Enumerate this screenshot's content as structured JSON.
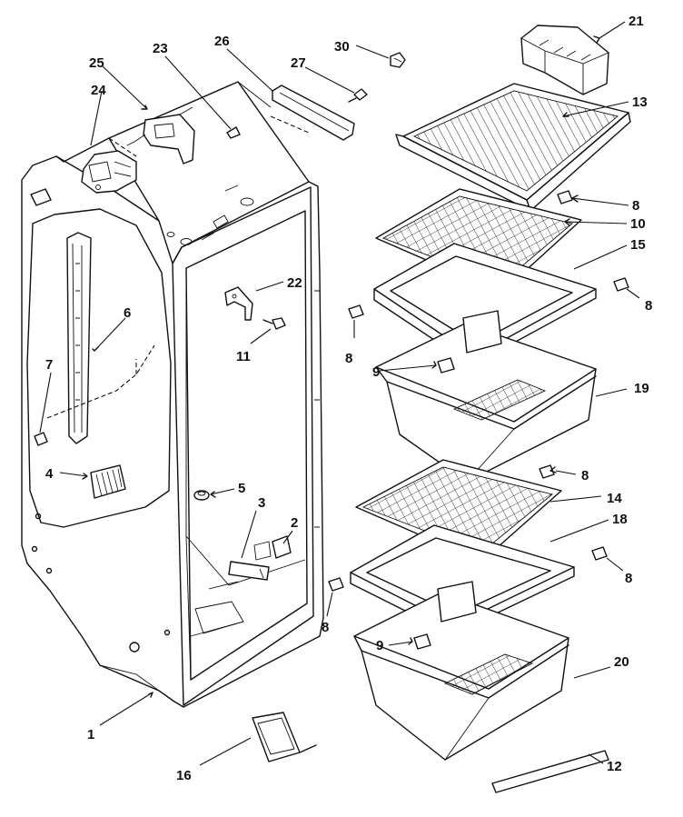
{
  "callouts": {
    "c1": "1",
    "c2": "2",
    "c3": "3",
    "c4": "4",
    "c5": "5",
    "c6": "6",
    "c7": "7",
    "c8a": "8",
    "c8b": "8",
    "c8c": "8",
    "c8d": "8",
    "c8e": "8",
    "c8f": "8",
    "c9a": "9",
    "c9b": "9",
    "c10": "10",
    "c11": "11",
    "c12": "12",
    "c13": "13",
    "c14": "14",
    "c15": "15",
    "c16": "16",
    "c18": "18",
    "c19": "19",
    "c20": "20",
    "c21": "21",
    "c22": "22",
    "c23": "23",
    "c24": "24",
    "c25": "25",
    "c26": "26",
    "c27": "27",
    "c30": "30"
  }
}
